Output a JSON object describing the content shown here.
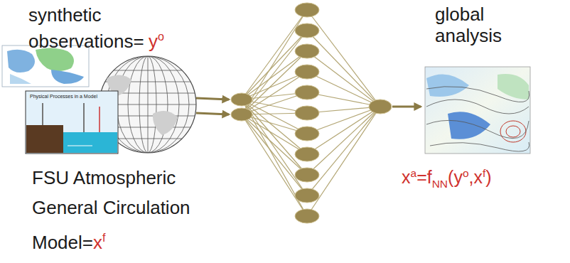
{
  "diagram": {
    "labels": [
      "synthetic observations=",
      "y",
      "o",
      "FSU Atmospheric General Circulation Model=",
      "x",
      "f",
      "global analysis",
      "x",
      "a",
      "=f",
      "NN",
      "(y",
      "o",
      ",x",
      "f",
      ")",
      "Physical Processes in a Model"
    ]
  }
}
